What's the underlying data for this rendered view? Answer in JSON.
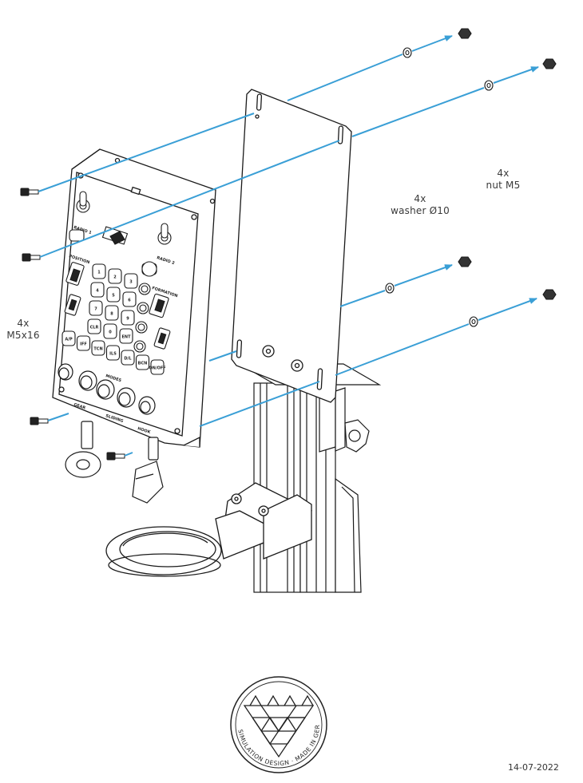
{
  "callouts": {
    "nut": {
      "qty": "4x",
      "name": "nut M5"
    },
    "washer": {
      "qty": "4x",
      "name": "washer Ø10"
    },
    "screw": {
      "qty": "4x",
      "name": "M5x16"
    }
  },
  "panel_labels": {
    "radio1": "RADIO 1",
    "radio2": "RADIO 2",
    "position": "POSITION",
    "formation": "FORMATION",
    "gear": "GEAR",
    "sliding": "SLIDING",
    "hook": "HOOK",
    "modes": "MODES"
  },
  "keypad_keys": [
    "1",
    "2",
    "3",
    "4",
    "5",
    "6",
    "7",
    "8",
    "9",
    "CLR",
    "0",
    "ENT"
  ],
  "function_keys": [
    "A/P",
    "IFF",
    "TCN",
    "ILS",
    "D/L",
    "BCN",
    "ON/OFF"
  ],
  "logo": {
    "seal_text": "SIMULATION DESIGN · MADE IN GERMANY"
  },
  "date": "14-07-2022",
  "colors": {
    "arrow": "#3a9fd6",
    "line": "#1a1a1a"
  }
}
